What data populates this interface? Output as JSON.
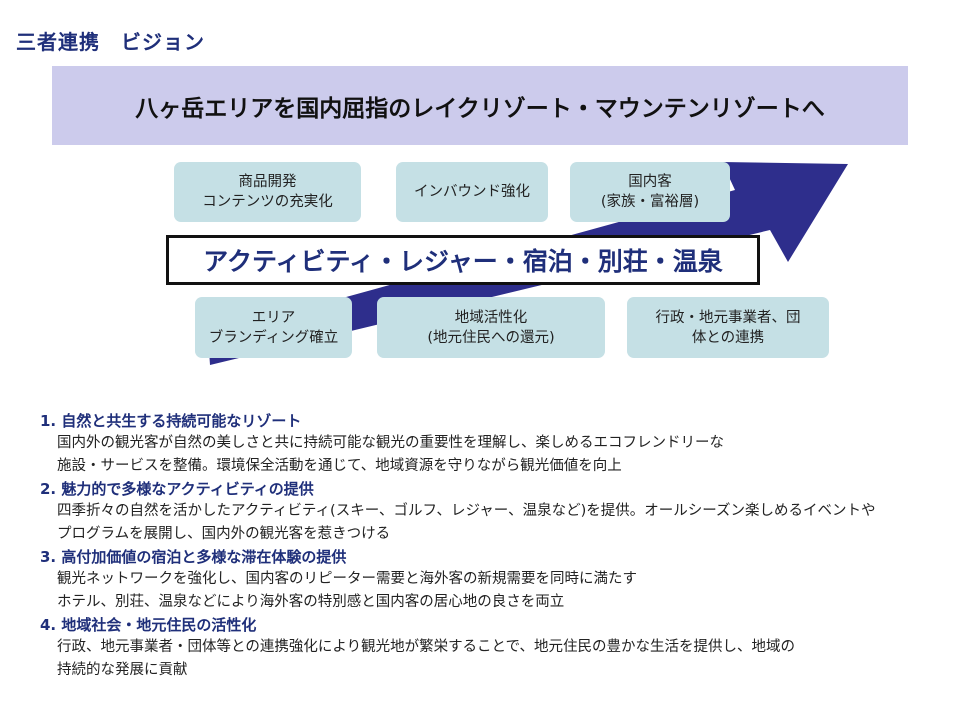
{
  "header": {
    "title": "三者連携　ビジョン"
  },
  "vision": {
    "headline": "八ヶ岳エリアを国内屈指のレイクリゾート・マウンテンリゾートへ"
  },
  "arrow": {
    "color": "#2e2e8c"
  },
  "pills": {
    "top": [
      {
        "line1": "商品開発",
        "line2": "コンテンツの充実化"
      },
      {
        "line1": "インバウンド強化",
        "line2": ""
      },
      {
        "line1": "国内客",
        "line2": "(家族・富裕層)"
      }
    ],
    "bottom": [
      {
        "line1": "エリア",
        "line2": "ブランディング確立"
      },
      {
        "line1": "地域活性化",
        "line2": "(地元住民への還元)"
      },
      {
        "line1": "行政・地元事業者、団",
        "line2": "体との連携"
      }
    ]
  },
  "center": {
    "text": "アクティビティ・レジャー・宿泊・別荘・温泉"
  },
  "goals": [
    {
      "heading": "1. 自然と共生する持続可能なリゾート",
      "lines": [
        "国内外の観光客が自然の美しさと共に持続可能な観光の重要性を理解し、楽しめるエコフレンドリーな",
        "施設・サービスを整備。環境保全活動を通じて、地域資源を守りながら観光価値を向上"
      ]
    },
    {
      "heading": "2. 魅力的で多様なアクティビティの提供",
      "lines": [
        "四季折々の自然を活かしたアクティビティ(スキー、ゴルフ、レジャー、温泉など)を提供。オールシーズン楽しめるイベントや",
        "プログラムを展開し、国内外の観光客を惹きつける"
      ]
    },
    {
      "heading": "3. 高付加価値の宿泊と多様な滞在体験の提供",
      "lines": [
        "観光ネットワークを強化し、国内客のリピーター需要と海外客の新規需要を同時に満たす",
        "ホテル、別荘、温泉などにより海外客の特別感と国内客の居心地の良さを両立"
      ]
    },
    {
      "heading": "4. 地域社会・地元住民の活性化",
      "lines": [
        "行政、地元事業者・団体等との連携強化により観光地が繁栄することで、地元住民の豊かな生活を提供し、地域の",
        "持続的な発展に貢献"
      ]
    }
  ]
}
